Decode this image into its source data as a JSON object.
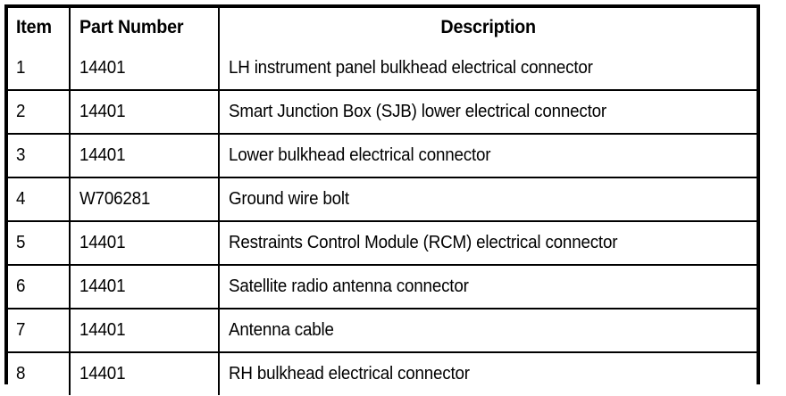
{
  "table": {
    "columns": [
      {
        "key": "item",
        "label": "Item",
        "align": "left"
      },
      {
        "key": "part_number",
        "label": "Part Number",
        "align": "left"
      },
      {
        "key": "description",
        "label": "Description",
        "align": "center"
      }
    ],
    "rows": [
      {
        "item": "1",
        "part_number": "14401",
        "description": "LH instrument panel bulkhead electrical connector"
      },
      {
        "item": "2",
        "part_number": "14401",
        "description": "Smart Junction Box (SJB) lower electrical connector"
      },
      {
        "item": "3",
        "part_number": "14401",
        "description": "Lower bulkhead electrical connector"
      },
      {
        "item": "4",
        "part_number": "W706281",
        "description": "Ground wire bolt"
      },
      {
        "item": "5",
        "part_number": "14401",
        "description": "Restraints Control Module (RCM) electrical connector"
      },
      {
        "item": "6",
        "part_number": "14401",
        "description": "Satellite radio antenna connector"
      },
      {
        "item": "7",
        "part_number": "14401",
        "description": "Antenna cable"
      },
      {
        "item": "8",
        "part_number": "14401",
        "description": "RH bulkhead electrical connector"
      }
    ]
  },
  "colors": {
    "background": "#ffffff",
    "text": "#000000",
    "rule": "#000000"
  }
}
